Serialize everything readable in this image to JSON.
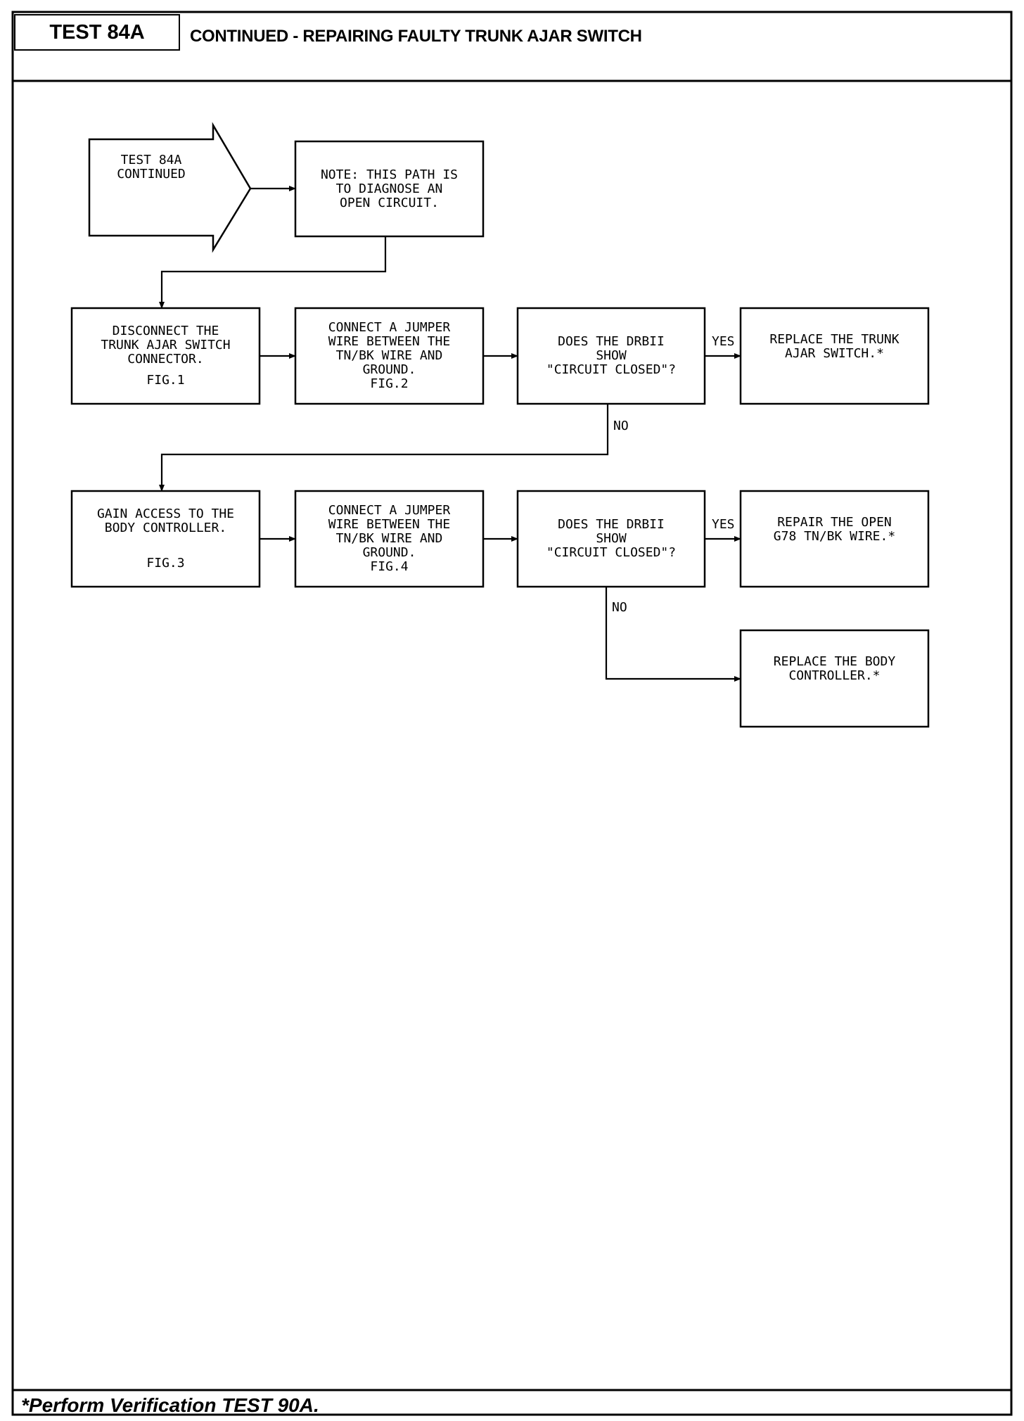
{
  "header": {
    "test_id": "TEST 84A",
    "title": "CONTINUED - REPAIRING FAULTY TRUNK AJAR SWITCH"
  },
  "flowchart": {
    "start_arrow": {
      "text": "TEST 84A\nCONTINUED"
    },
    "note": {
      "text": "NOTE: THIS PATH IS\nTO DIAGNOSE AN\nOPEN CIRCUIT."
    },
    "row1": {
      "step1": {
        "text": "DISCONNECT THE\nTRUNK AJAR SWITCH\nCONNECTOR.",
        "fig": "FIG.1"
      },
      "step2": {
        "text": "CONNECT A JUMPER\nWIRE BETWEEN THE\nTN/BK WIRE AND\nGROUND.",
        "fig": "FIG.2"
      },
      "decision": {
        "text": "DOES THE DRBII\nSHOW\n\"CIRCUIT CLOSED\"?"
      },
      "yes_label": "YES",
      "no_label": "NO",
      "yes_action": {
        "text": "REPLACE THE TRUNK\nAJAR SWITCH.*"
      }
    },
    "row2": {
      "step1": {
        "text": "GAIN ACCESS TO THE\nBODY CONTROLLER.",
        "fig": "FIG.3"
      },
      "step2": {
        "text": "CONNECT A JUMPER\nWIRE BETWEEN THE\nTN/BK WIRE AND\nGROUND.",
        "fig": "FIG.4"
      },
      "decision": {
        "text": "DOES THE DRBII\nSHOW\n\"CIRCUIT CLOSED\"?"
      },
      "yes_label": "YES",
      "no_label": "NO",
      "yes_action": {
        "text": "REPAIR THE OPEN\nG78 TN/BK WIRE.*"
      },
      "no_action": {
        "text": "REPLACE THE BODY\nCONTROLLER.*"
      }
    }
  },
  "footer": {
    "note": "*Perform Verification TEST 90A."
  }
}
